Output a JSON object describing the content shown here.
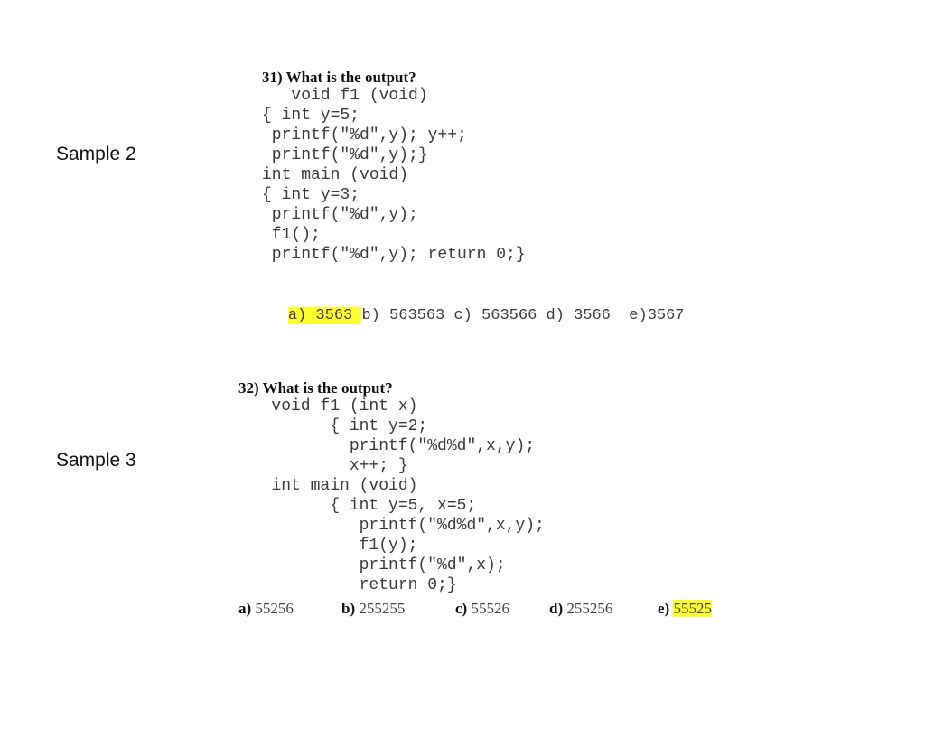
{
  "samples": {
    "sample2_label": "Sample 2",
    "sample3_label": "Sample 3"
  },
  "q31": {
    "heading": "31) What is the output?",
    "code": [
      "   void f1 (void)",
      "{ int y=5;",
      " printf(\"%d\",y); y++;",
      " printf(\"%d\",y);}",
      "int main (void)",
      "{ int y=3;",
      " printf(\"%d\",y);",
      " f1();",
      " printf(\"%d\",y); return 0;}"
    ],
    "answer_highlighted": "a) 3563 ",
    "answer_rest": "b) 563563 c) 563566 d) 3566  e)3567"
  },
  "q32": {
    "heading": "32) What is the output?",
    "code": [
      "   void f1 (int x)",
      "         { int y=2;",
      "           printf(\"%d%d\",x,y);",
      "           x++; }",
      "   int main (void)",
      "         { int y=5, x=5;",
      "            printf(\"%d%d\",x,y);",
      "            f1(y);",
      "            printf(\"%d\",x);",
      "            return 0;}"
    ],
    "answers": [
      {
        "key": "a)",
        "value": " 55256"
      },
      {
        "key": "b)",
        "value": " 255255"
      },
      {
        "key": "c)",
        "value": " 55526"
      },
      {
        "key": "d)",
        "value": " 255256"
      },
      {
        "key": "e)",
        "value": "55525"
      }
    ]
  },
  "colors": {
    "highlight": "#ffff2e"
  }
}
